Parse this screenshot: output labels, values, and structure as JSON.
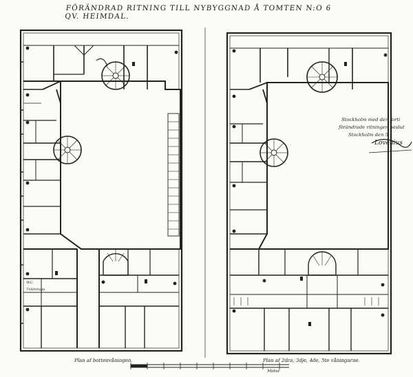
{
  "drawing": {
    "title": "Förändrad ritning till nybyggnad å tomten N:o 6 Qv. Heimdal.",
    "plan_left_label": "Plan af bottenvåningen.",
    "plan_right_label": "Plan af 2dra, 3dje, 4de, 5te våningarne.",
    "scale_label": "Meter",
    "room_note_1": "W.C.",
    "room_note_2": "Tvättstuga",
    "signature_lines": [
      "Stockholm med den forti",
      "förändrade ritningen beslut",
      "Stockholm den 5"
    ],
    "signature_name": "Lovenius"
  },
  "colors": {
    "ink": "#1a1a1a",
    "paper": "#fbfbf8",
    "wall": "#222222"
  }
}
